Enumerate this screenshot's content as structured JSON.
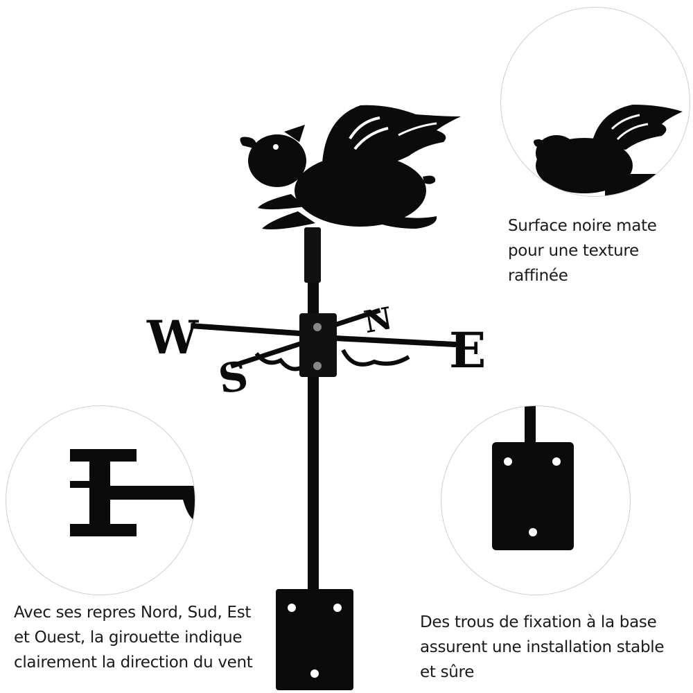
{
  "vane": {
    "letters": {
      "west": "W",
      "east": "E",
      "north": "N",
      "south": "S"
    }
  },
  "captions": {
    "texture": [
      "Surface noire mate",
      "pour une texture",
      "raffinée"
    ],
    "directions": [
      "Avec ses repres Nord, Sud, Est",
      "et Ouest, la girouette indique",
      "clairement la direction du vent"
    ],
    "mounting": [
      "Des trous de fixation à la base",
      "assurent une installation stable",
      "et sûre"
    ]
  },
  "colors": {
    "metal": "#0b0b0b",
    "text": "#1a1a1a",
    "circle_border": "#cfcfcf",
    "background": "#ffffff"
  }
}
